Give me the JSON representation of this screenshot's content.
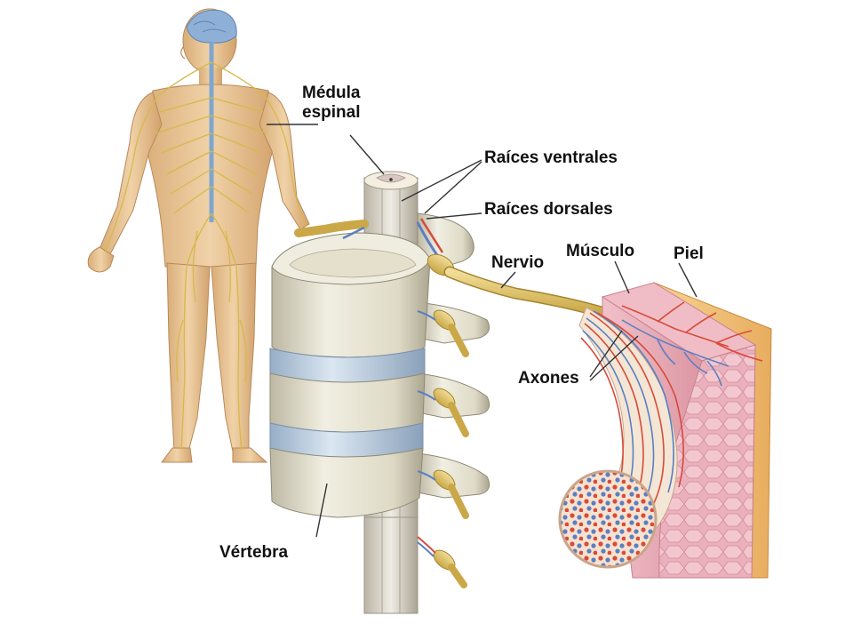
{
  "labels": {
    "medula_line1": "Médula",
    "medula_line2": "espinal",
    "raices_ventrales": "Raíces ventrales",
    "raices_dorsales": "Raíces dorsales",
    "nervio": "Nervio",
    "musculo": "Músculo",
    "piel": "Piel",
    "axones": "Axones",
    "vertebra": "Vértebra"
  },
  "colors": {
    "skin": "#e9c79a",
    "nerve": "#e2c45a",
    "bone": "#ece9d8",
    "disc": "#bcd0e4",
    "muscle": "#e7a9b6",
    "skin_layer": "#f3c77e",
    "axon_red": "#d94a3a",
    "axon_blue": "#5b7fc4",
    "leader": "#333333"
  }
}
